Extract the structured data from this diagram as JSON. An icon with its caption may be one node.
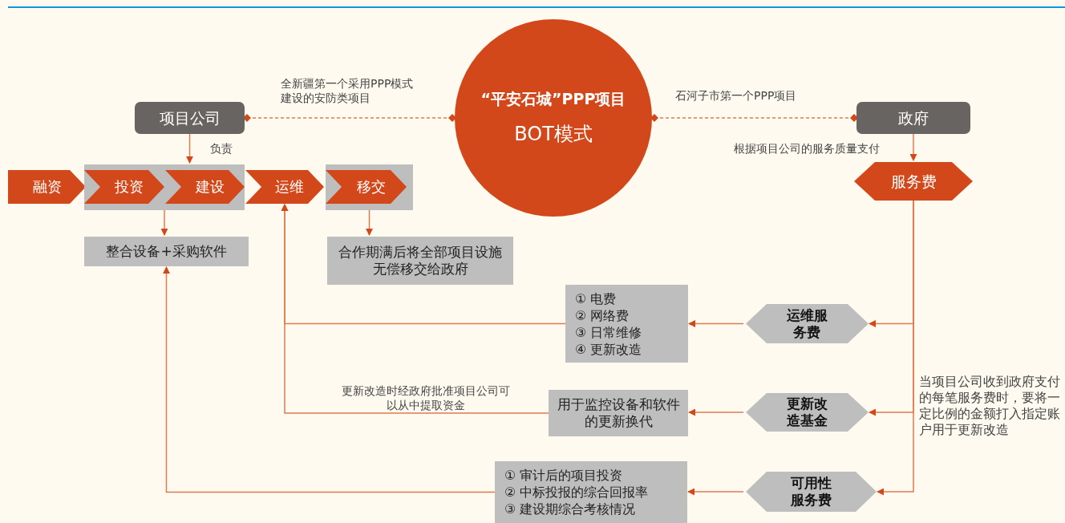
{
  "diagram": {
    "nodes": [
      {
        "text": [
          "“平安石城”PPP项目",
          "BOT模式"
        ]
      },
      {
        "text": [
          "项目公司"
        ]
      },
      {
        "text": [
          "政府"
        ]
      },
      {
        "text": [
          "融资"
        ]
      },
      {
        "text": [],
        "shape": "box"
      },
      {
        "text": [
          "投资"
        ],
        "in": 4
      },
      {
        "text": [
          "建设"
        ],
        "in": 4
      },
      {
        "text": [
          "运维"
        ]
      },
      {
        "text": [],
        "shape": "box"
      },
      {
        "text": [
          "移交"
        ],
        "in": 8
      },
      {
        "text": [
          "服务费"
        ]
      },
      {
        "text": [
          "整合设备+采购软件"
        ]
      },
      {
        "text": [
          "合作期满后将全部项目设施无偿移交给政府"
        ]
      },
      {
        "text": [
          "① 电费",
          "② 网络费",
          "③ 日常维修",
          "④ 更新改造"
        ]
      },
      {
        "text": [
          "运维服务费"
        ]
      },
      {
        "text": [
          "用于监控设备和软件的更新换代"
        ]
      },
      {
        "text": [
          "更新改造基金"
        ]
      },
      {
        "text": [
          "① 审计后的项目投资",
          "② 中标投报的综合回报率",
          "③ 建设期综合考核情况"
        ]
      },
      {
        "text": [
          "可用性服务费"
        ]
      }
    ],
    "edges": [
      {
        "from": 1,
        "to": 0,
        "arrow": "other",
        "style": "dashed",
        "label": "全新疆第一个采用PPP模式建设的安防类项目"
      },
      {
        "from": 0,
        "to": 2,
        "arrow": "other",
        "style": "dashed",
        "label": "石河子市第一个PPP项目"
      },
      {
        "from": 1,
        "to": 4,
        "arrow": "to",
        "label": "负责"
      },
      {
        "from": 2,
        "to": 10,
        "arrow": "to",
        "label": "根据项目公司的服务质量支付"
      },
      {
        "from": 4,
        "to": 11,
        "arrow": "to"
      },
      {
        "from": 8,
        "to": 12,
        "arrow": "to"
      },
      {
        "from": 10,
        "to": 14,
        "arrow": "to"
      },
      {
        "from": 10,
        "to": 16,
        "arrow": "to"
      },
      {
        "from": 10,
        "to": 18,
        "arrow": "to"
      },
      {
        "from": 14,
        "to": 13,
        "arrow": "to"
      },
      {
        "from": 16,
        "to": 15,
        "arrow": "to"
      },
      {
        "from": 18,
        "to": 17,
        "arrow": "to"
      },
      {
        "from": 13,
        "to": 7,
        "arrow": "to"
      },
      {
        "from": 15,
        "to": 7,
        "arrow": "to",
        "label": "更新改造时经政府批准项目公司可以从中提取资金"
      },
      {
        "from": 17,
        "to": 11,
        "arrow": "to"
      }
    ],
    "labels": [
      "当项目公司收到政府支付的每笔服务费时，要将一定比例的金额打入指定账户用于更新改造"
    ]
  }
}
